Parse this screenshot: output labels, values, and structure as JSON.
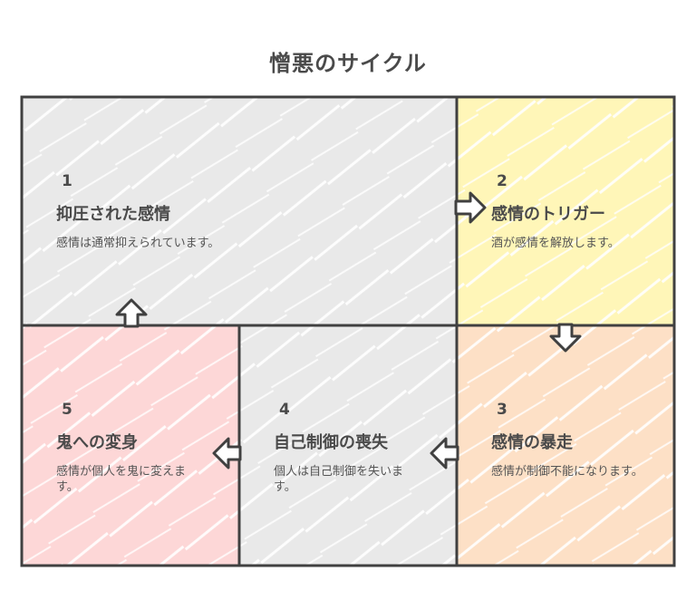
{
  "title": "憎悪のサイクル",
  "colors": {
    "gray": "#e9e9e9",
    "yellow": "#fff6b8",
    "peach": "#fde0c6",
    "pink": "#fdd7d7",
    "stroke": "#404040"
  },
  "steps": [
    {
      "number": "1",
      "title": "抑圧された感情",
      "description": "感情は通常抑えられています。"
    },
    {
      "number": "2",
      "title": "感情のトリガー",
      "description": "酒が感情を解放します。"
    },
    {
      "number": "3",
      "title": "感情の暴走",
      "description": "感情が制御不能になります。"
    },
    {
      "number": "4",
      "title": "自己制御の喪失",
      "description": "個人は自己制御を失います。"
    },
    {
      "number": "5",
      "title": "鬼への変身",
      "description": "感情が個人を鬼に変えます。"
    }
  ]
}
